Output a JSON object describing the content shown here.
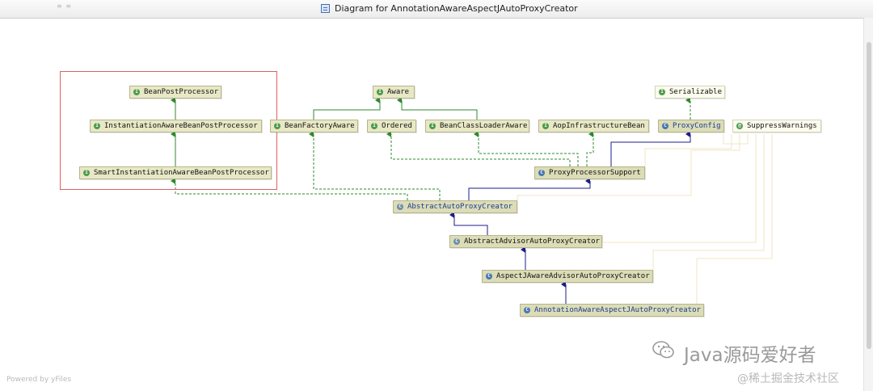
{
  "window": {
    "title": "Diagram for AnnotationAwareAspectJAutoProxyCreator",
    "top_marks": "≡ ≡"
  },
  "nodes": {
    "bean_post_processor": "BeanPostProcessor",
    "instantiation_aware": "InstantiationAwareBeanPostProcessor",
    "smart_instantiation_aware": "SmartInstantiationAwareBeanPostProcessor",
    "aware": "Aware",
    "bean_factory_aware": "BeanFactoryAware",
    "ordered": "Ordered",
    "bean_class_loader_aware": "BeanClassLoaderAware",
    "aop_infrastructure_bean": "AopInfrastructureBean",
    "serializable": "Serializable",
    "proxy_config": "ProxyConfig",
    "suppress_warnings": "SuppressWarnings",
    "proxy_processor_support": "ProxyProcessorSupport",
    "abstract_auto_proxy_creator": "AbstractAutoProxyCreator",
    "abstract_advisor_auto_proxy_creator": "AbstractAdvisorAutoProxyCreator",
    "aspectj_aware_advisor_auto_proxy_creator": "AspectJAwareAdvisorAutoProxyCreator",
    "annotation_aware_aspectj_auto_proxy_creator": "AnnotationAwareAspectJAutoProxyCreator"
  },
  "footer": {
    "powered_by": "Powered by yFiles"
  },
  "watermark": {
    "main": "Java源码爱好者",
    "sub": "@稀土掘金技术社区"
  },
  "colors": {
    "implements_edge": "#2e8b2e",
    "extends_edge": "#1c1c8c",
    "highlight_frame": "#e06060"
  },
  "icons": {
    "interface": "interface-icon",
    "class": "class-icon",
    "annotation": "annotation-icon",
    "diagram": "diagram-icon",
    "wechat": "wechat-icon"
  }
}
